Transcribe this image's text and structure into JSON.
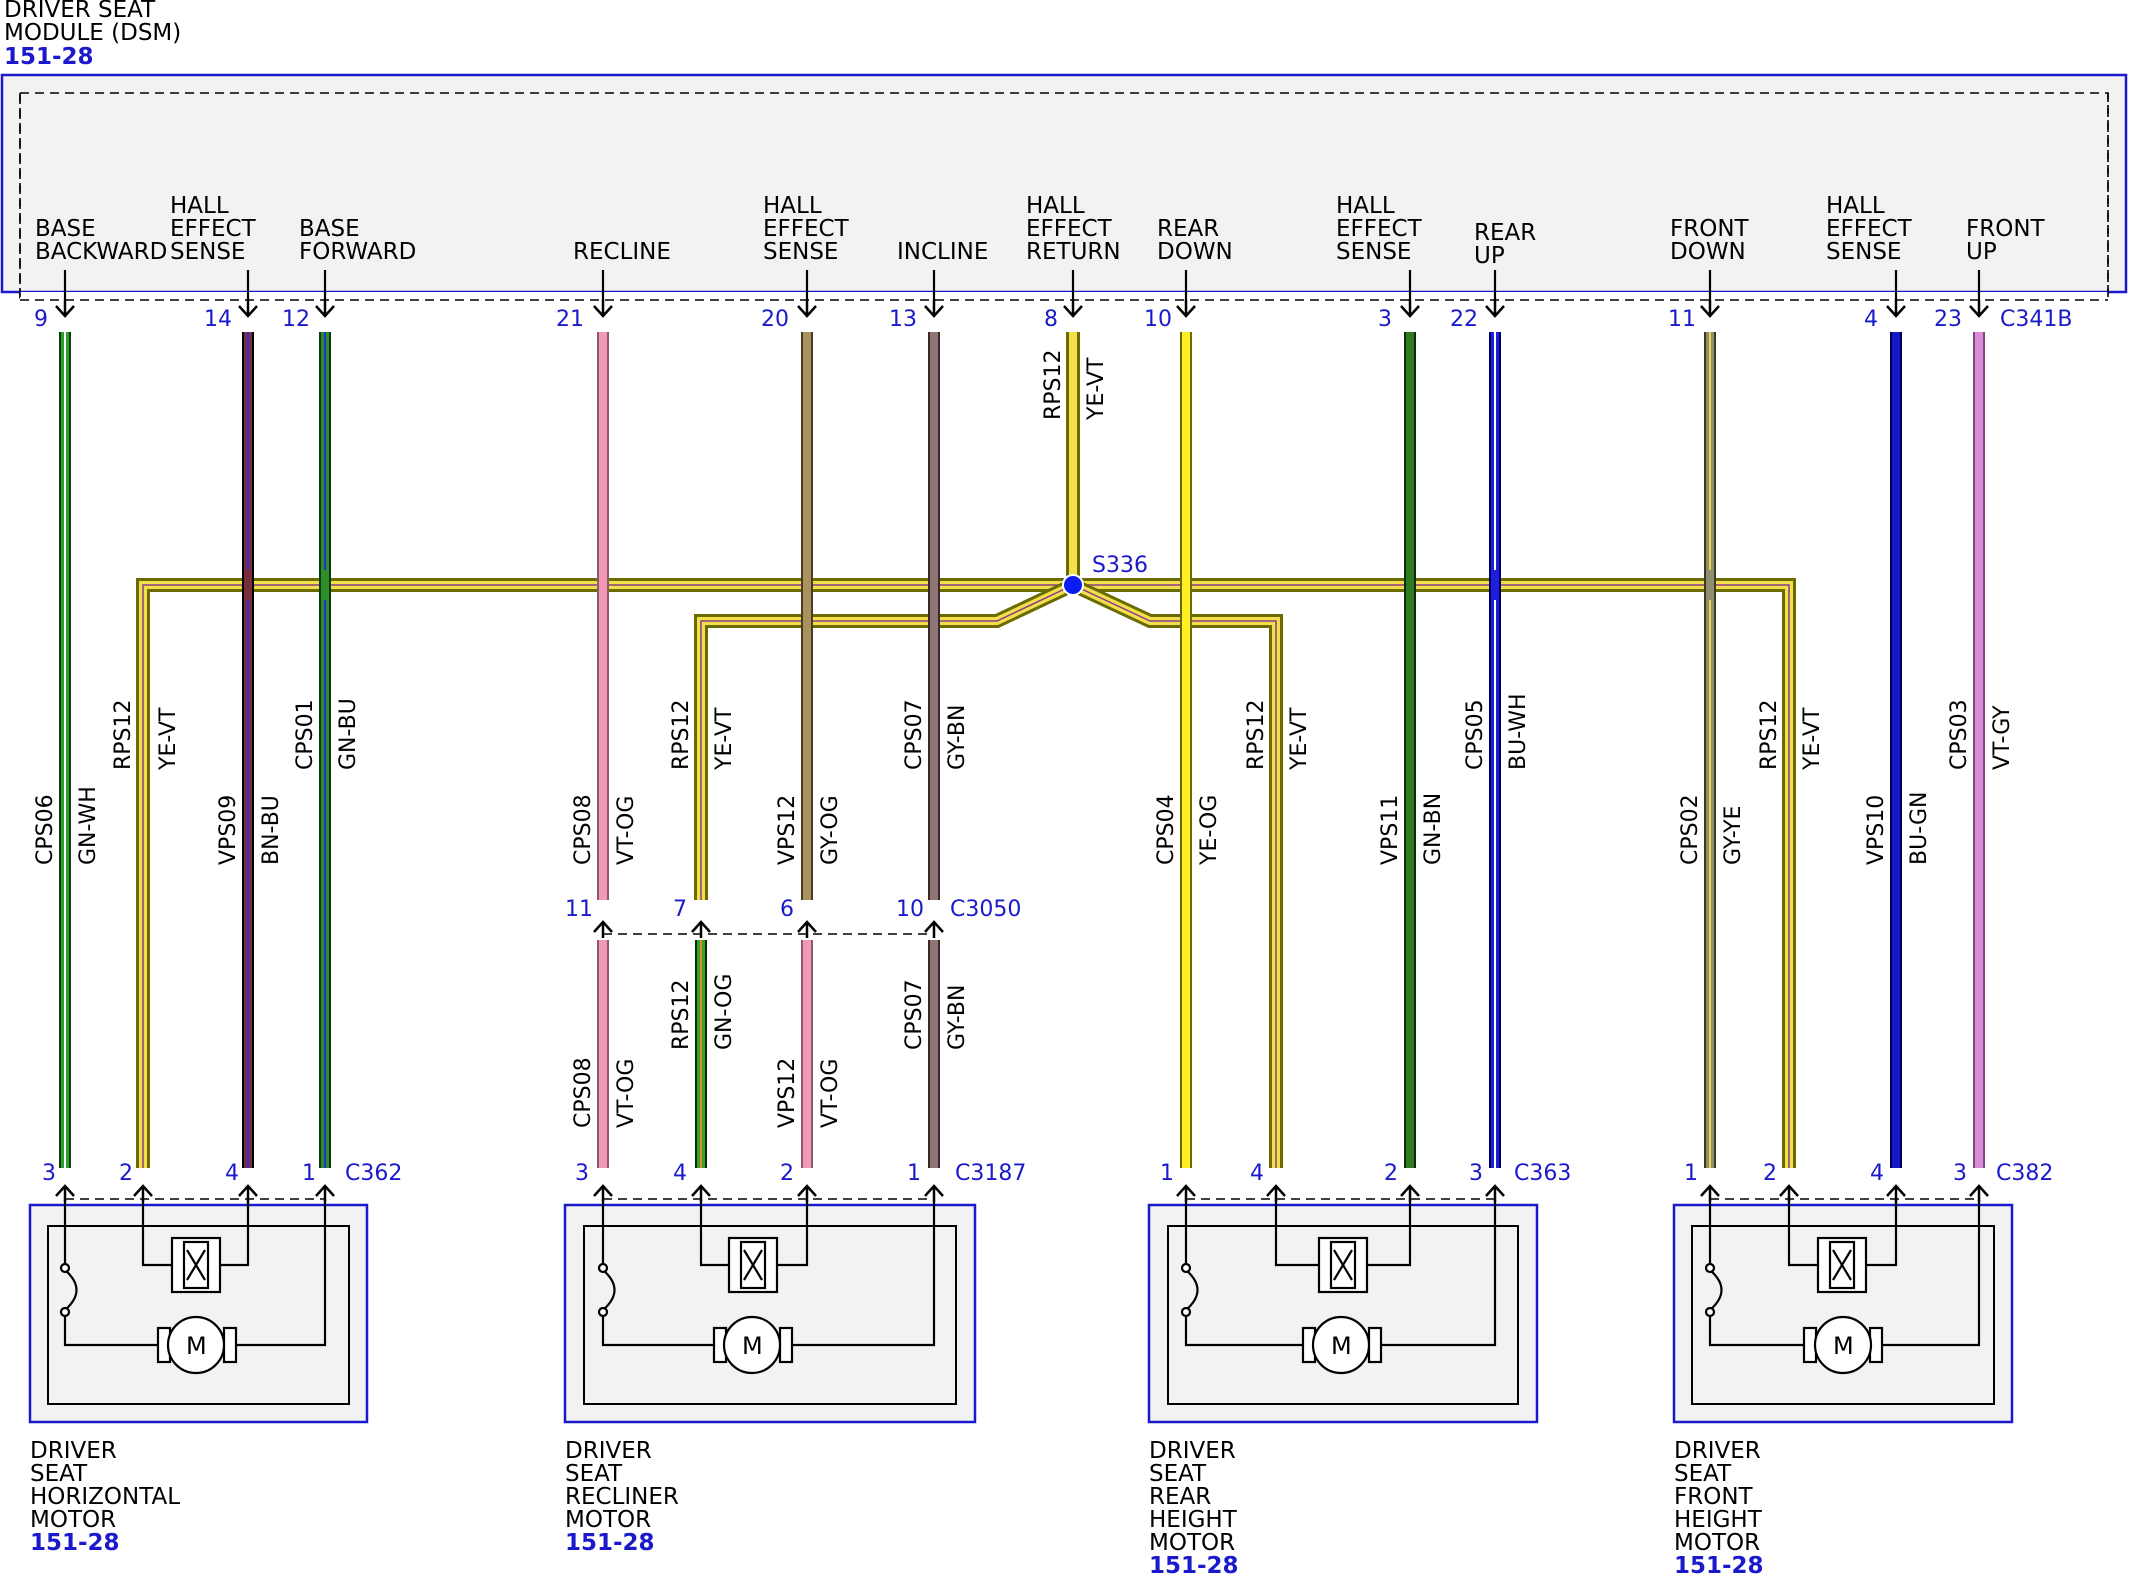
{
  "module": {
    "name_lines": [
      "DRIVER SEAT",
      "MODULE (DSM)"
    ],
    "ref": "151-28",
    "connector": "C341B",
    "pins": [
      {
        "pin": "9",
        "label": [
          "BASE",
          "BACKWARD"
        ]
      },
      {
        "pin": "14",
        "label": [
          "HALL",
          "EFFECT",
          "SENSE"
        ]
      },
      {
        "pin": "12",
        "label": [
          "BASE",
          "FORWARD"
        ]
      },
      {
        "pin": "21",
        "label": [
          "RECLINE"
        ]
      },
      {
        "pin": "20",
        "label": [
          "HALL",
          "EFFECT",
          "SENSE"
        ]
      },
      {
        "pin": "13",
        "label": [
          "INCLINE"
        ]
      },
      {
        "pin": "8",
        "label": [
          "HALL",
          "EFFECT",
          "RETURN"
        ]
      },
      {
        "pin": "10",
        "label": [
          "REAR",
          "DOWN"
        ]
      },
      {
        "pin": "3",
        "label": [
          "HALL",
          "EFFECT",
          "SENSE"
        ]
      },
      {
        "pin": "22",
        "label": [
          "REAR",
          "UP"
        ]
      },
      {
        "pin": "11",
        "label": [
          "FRONT",
          "DOWN"
        ]
      },
      {
        "pin": "4",
        "label": [
          "HALL",
          "EFFECT",
          "SENSE"
        ]
      },
      {
        "pin": "23",
        "label": [
          "FRONT",
          "UP"
        ]
      }
    ]
  },
  "splice": "S336",
  "colors": {
    "box_border": "#1a1acc",
    "box_fill": "#f2f2f2",
    "pin_text": "#1a1acc",
    "splice_dot": "#0a1cf0"
  },
  "wires": [
    {
      "circuit": "CPS06",
      "color": "GN-WH"
    },
    {
      "circuit": "RPS12",
      "color": "YE-VT"
    },
    {
      "circuit": "VPS09",
      "color": "BN-BU"
    },
    {
      "circuit": "CPS01",
      "color": "GN-BU"
    },
    {
      "circuit": "CPS08",
      "color": "VT-OG"
    },
    {
      "circuit": "RPS12",
      "color": "YE-VT"
    },
    {
      "circuit": "VPS12",
      "color": "GY-OG"
    },
    {
      "circuit": "CPS07",
      "color": "GY-BN"
    },
    {
      "circuit": "RPS12",
      "color": "YE-VT"
    },
    {
      "circuit": "CPS04",
      "color": "YE-OG"
    },
    {
      "circuit": "RPS12",
      "color": "YE-VT"
    },
    {
      "circuit": "VPS11",
      "color": "GN-BN"
    },
    {
      "circuit": "CPS05",
      "color": "BU-WH"
    },
    {
      "circuit": "CPS02",
      "color": "GY-YE"
    },
    {
      "circuit": "RPS12",
      "color": "YE-VT"
    },
    {
      "circuit": "VPS10",
      "color": "BU-GN"
    },
    {
      "circuit": "CPS03",
      "color": "VT-GY"
    }
  ],
  "inline_connector": {
    "name": "C3050",
    "pins": [
      "11",
      "7",
      "6",
      "10"
    ],
    "lower_wires": [
      {
        "circuit": "CPS08",
        "color": "VT-OG"
      },
      {
        "circuit": "RPS12",
        "color": "GN-OG"
      },
      {
        "circuit": "VPS12",
        "color": "VT-OG"
      },
      {
        "circuit": "CPS07",
        "color": "GY-BN"
      }
    ]
  },
  "motors": [
    {
      "name_lines": [
        "DRIVER",
        "SEAT",
        "HORIZONTAL",
        "MOTOR"
      ],
      "ref": "151-28",
      "connector": "C362",
      "pins": [
        "3",
        "2",
        "4",
        "1"
      ],
      "symbol": "M"
    },
    {
      "name_lines": [
        "DRIVER",
        "SEAT",
        "RECLINER",
        "MOTOR"
      ],
      "ref": "151-28",
      "connector": "C3187",
      "pins": [
        "3",
        "4",
        "2",
        "1"
      ],
      "symbol": "M"
    },
    {
      "name_lines": [
        "DRIVER",
        "SEAT",
        "REAR",
        "HEIGHT",
        "MOTOR"
      ],
      "ref": "151-28",
      "connector": "C363",
      "pins": [
        "1",
        "4",
        "2",
        "3"
      ],
      "symbol": "M"
    },
    {
      "name_lines": [
        "DRIVER",
        "SEAT",
        "FRONT",
        "HEIGHT",
        "MOTOR"
      ],
      "ref": "151-28",
      "connector": "C382",
      "pins": [
        "1",
        "2",
        "4",
        "3"
      ],
      "symbol": "M"
    }
  ]
}
